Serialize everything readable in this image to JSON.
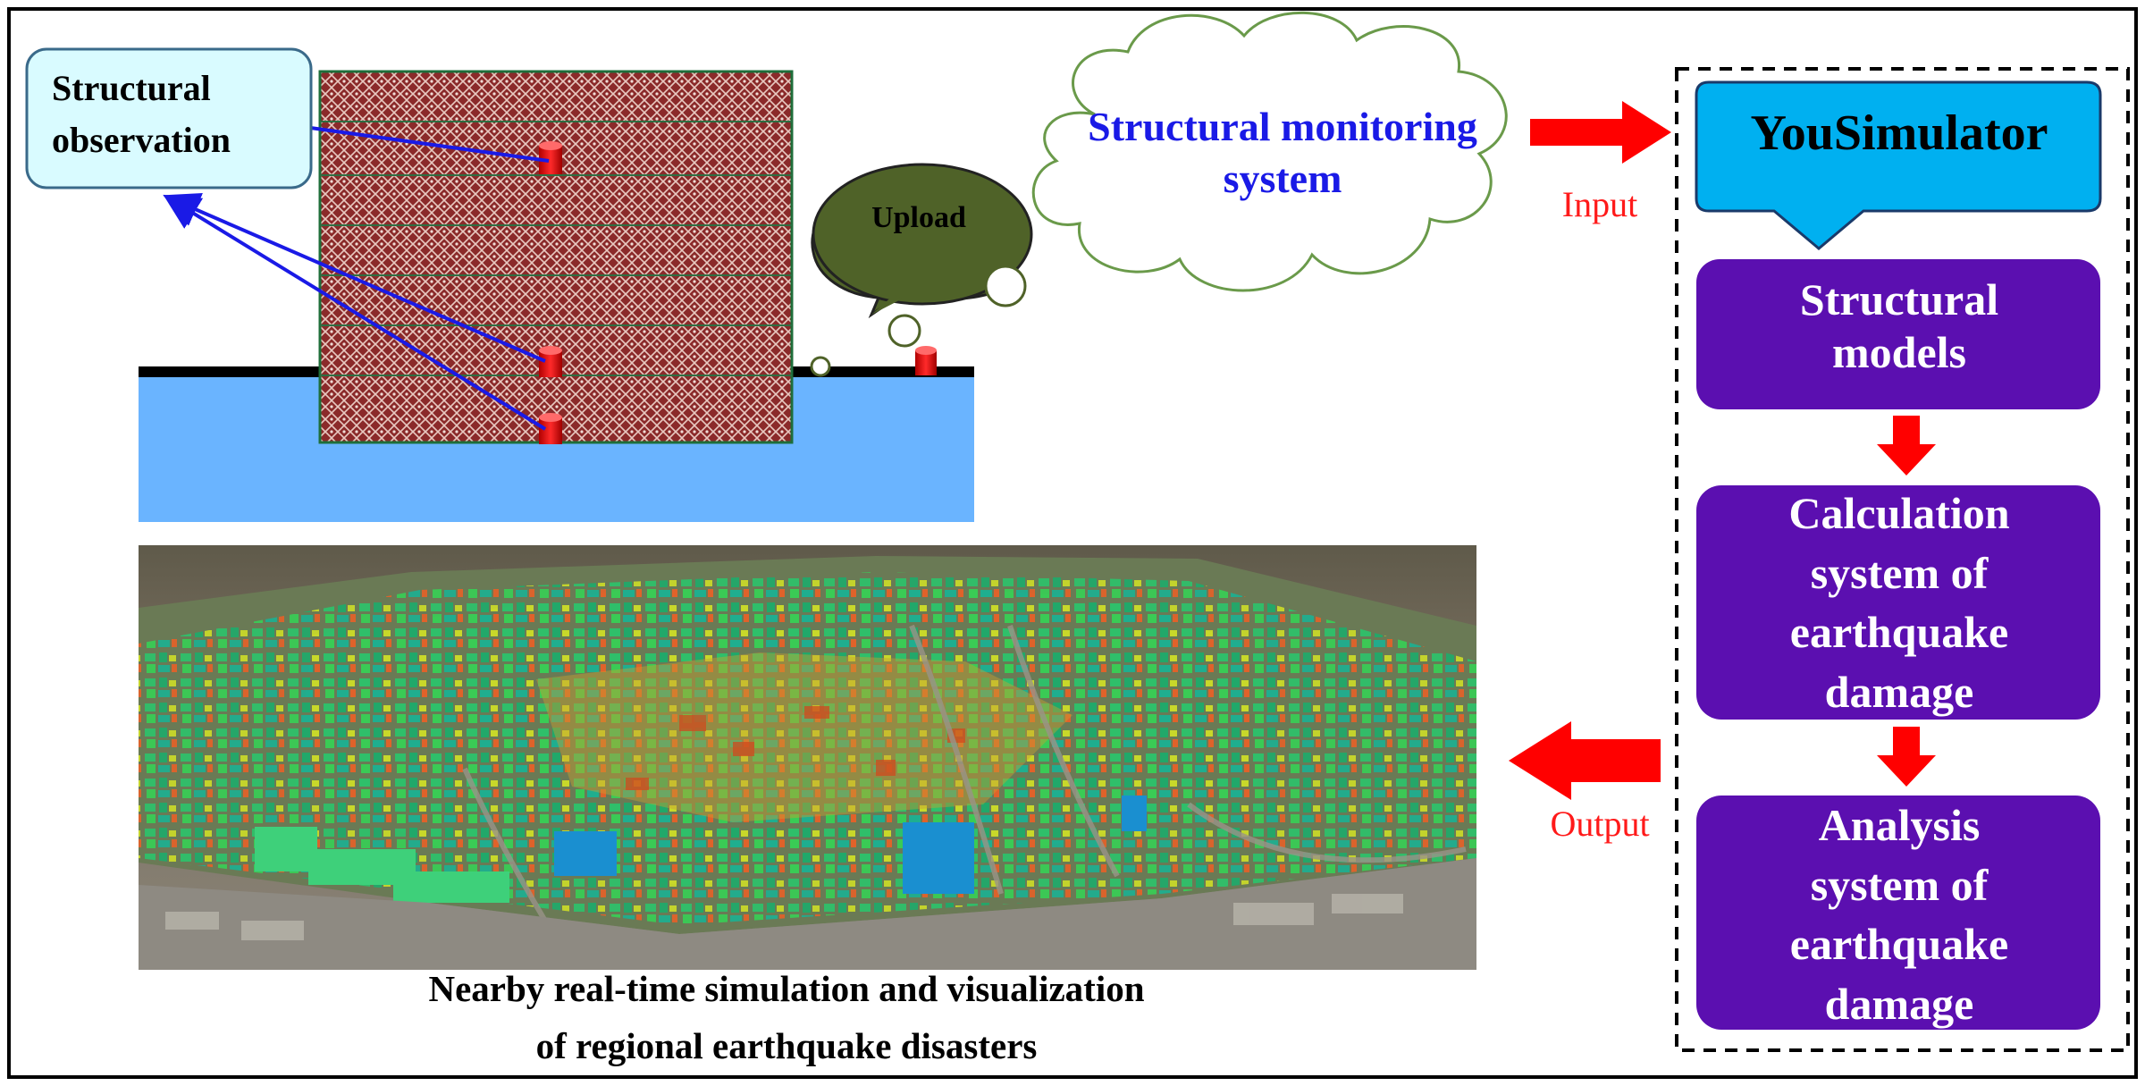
{
  "observation": {
    "label_line1": "Structural",
    "label_line2": "observation"
  },
  "upload": {
    "label": "Upload"
  },
  "monitoring": {
    "label_line1": "Structural monitoring",
    "label_line2": "system"
  },
  "flow": {
    "input_label": "Input",
    "output_label": "Output"
  },
  "simulator": {
    "title": "YouSimulator",
    "models_line1": "Structural",
    "models_line2": "models",
    "calc_line1": "Calculation",
    "calc_line2": "system of",
    "calc_line3": "earthquake",
    "calc_line4": "damage",
    "analysis_line1": "Analysis",
    "analysis_line2": "system of",
    "analysis_line3": "earthquake",
    "analysis_line4": "damage"
  },
  "caption": {
    "line1": "Nearby real-time simulation and visualization",
    "line2": "of regional earthquake disasters"
  },
  "colors": {
    "sensor": "#e8101a",
    "building": "#8b2a2a",
    "ground": "#6ab4ff",
    "simulator_box": "#00b0f0",
    "process_box": "#5b0fb0",
    "arrow": "#ff0000",
    "upload_bubble": "#4f6228"
  }
}
